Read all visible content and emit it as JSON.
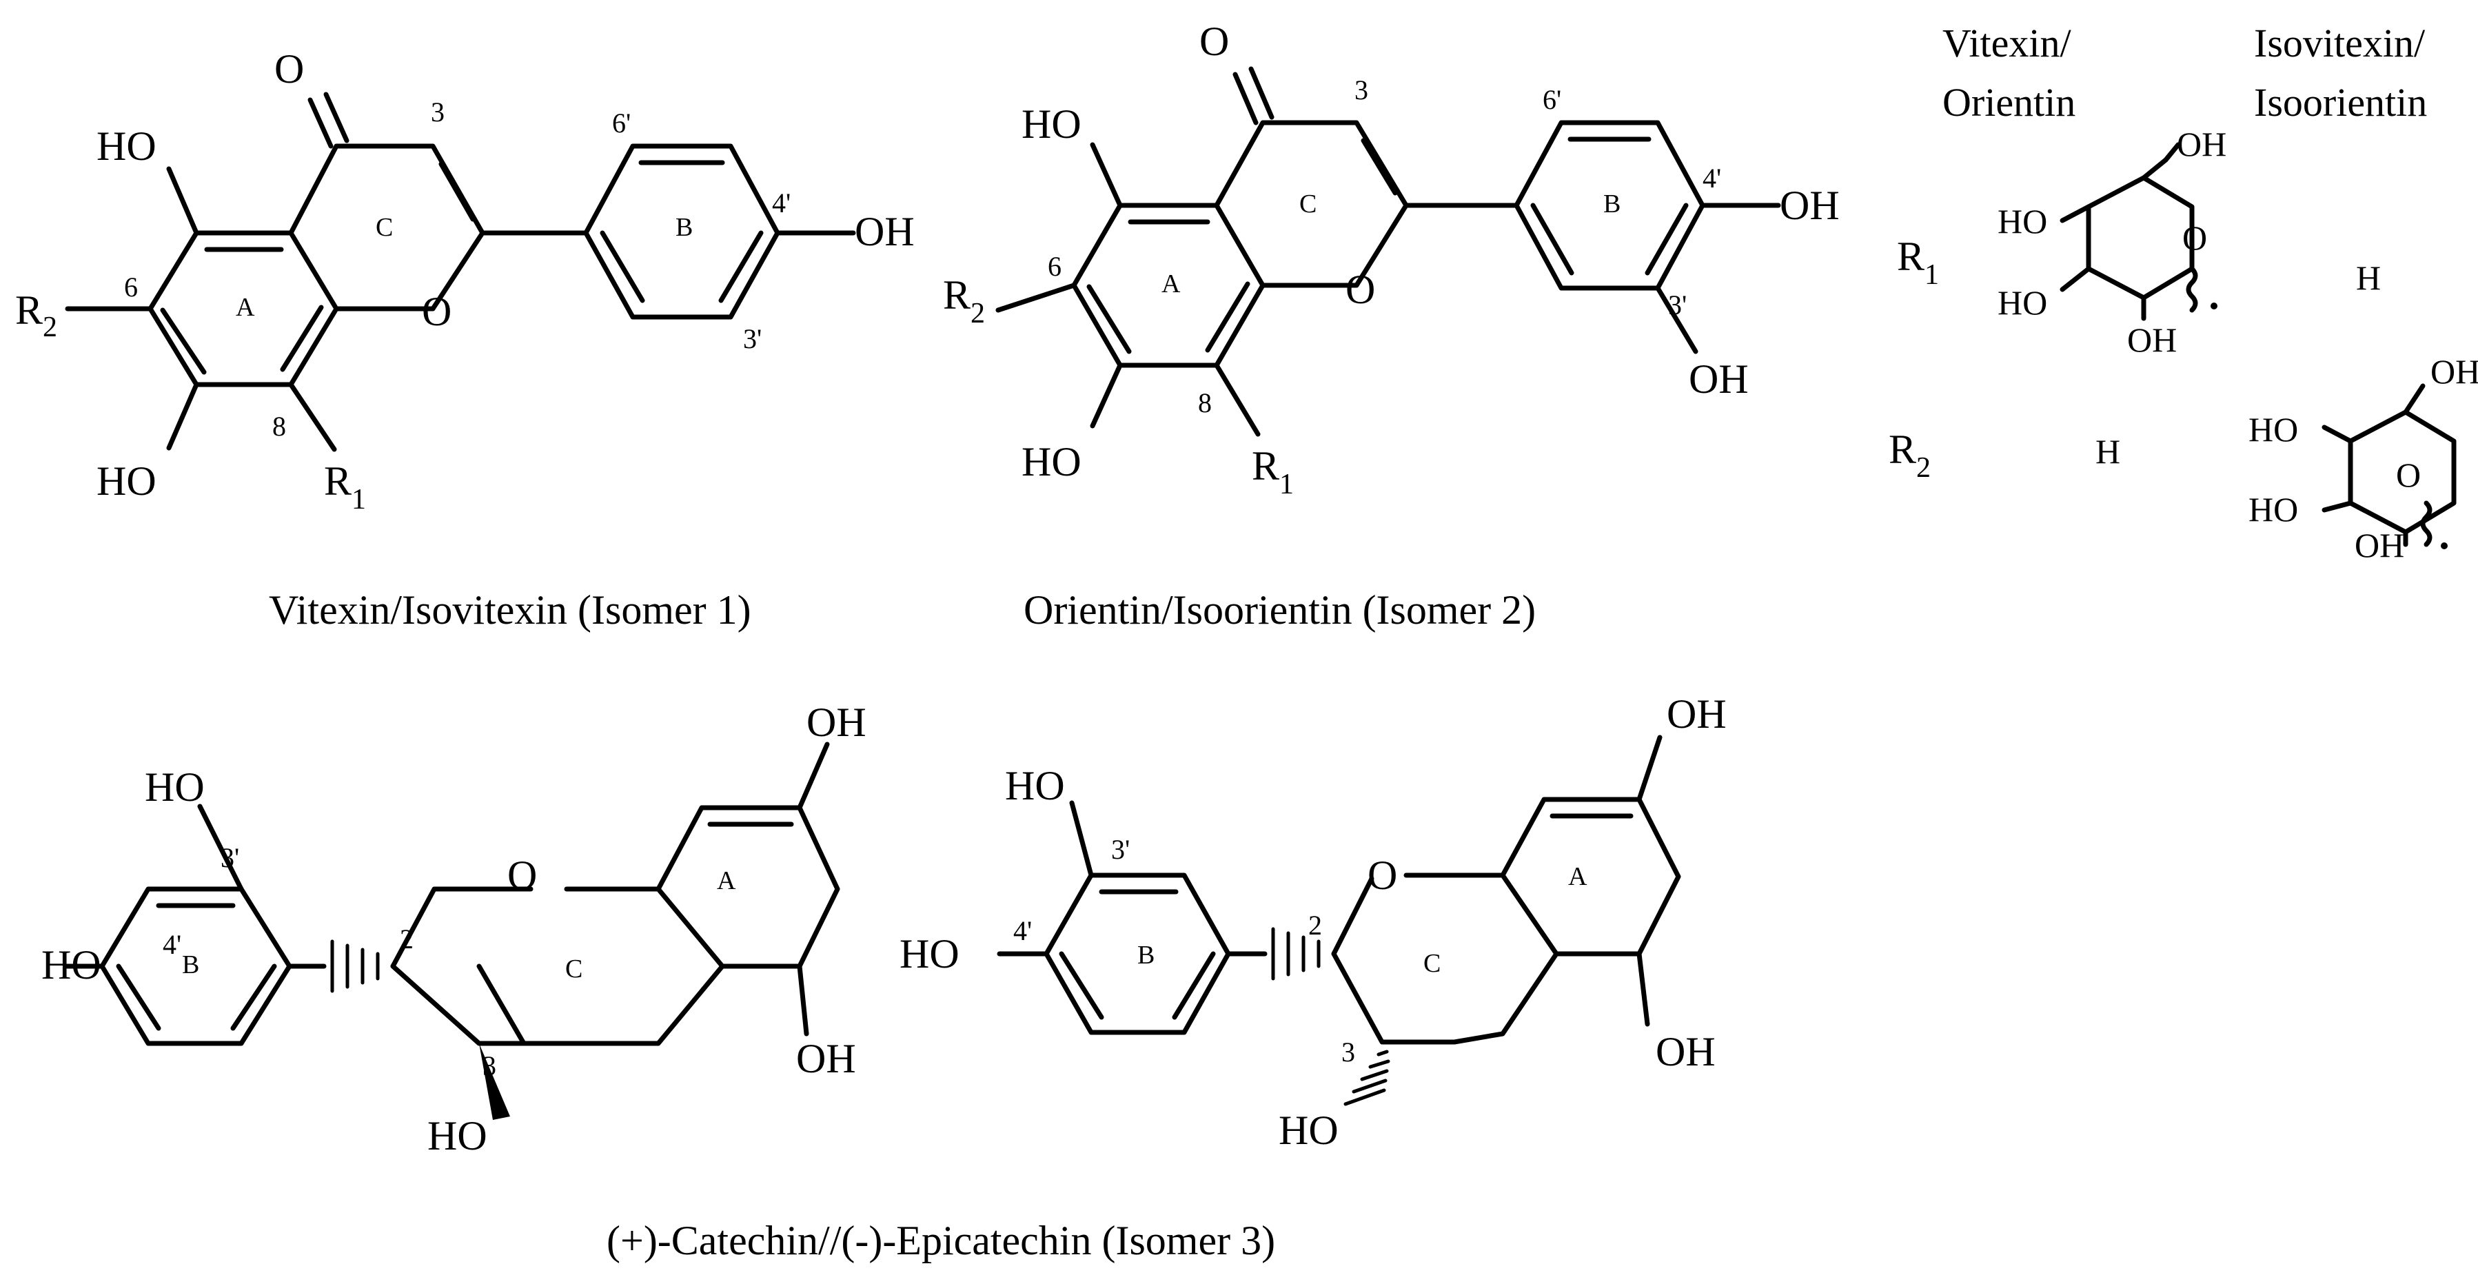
{
  "atoms": {
    "oxygen": "O",
    "hydroxyl": "OH",
    "hydroxyl_left": "HO",
    "r_letter": "R",
    "r1_index": "1",
    "r2_index": "2",
    "hydrogen": "H"
  },
  "rings": {
    "a": "A",
    "b": "B",
    "c": "C"
  },
  "positions": {
    "p2": "2",
    "p3": "3",
    "p6": "6",
    "p8": "8",
    "p3p": "3'",
    "p4p": "4'",
    "p6p": "6'"
  },
  "captions": {
    "isomer1": "Vitexin/Isovitexin (Isomer 1)",
    "isomer2": "Orientin/Isoorientin (Isomer 2)",
    "isomer3": "(+)-Catechin//(-)-Epicatechin (Isomer 3)"
  },
  "table": {
    "col1_line1": "Vitexin/",
    "col1_line2": "Orientin",
    "col2_line1": "Isovitexin/",
    "col2_line2": "Isoorientin",
    "r1_col2_value": "H",
    "r2_col1_value": "H"
  }
}
